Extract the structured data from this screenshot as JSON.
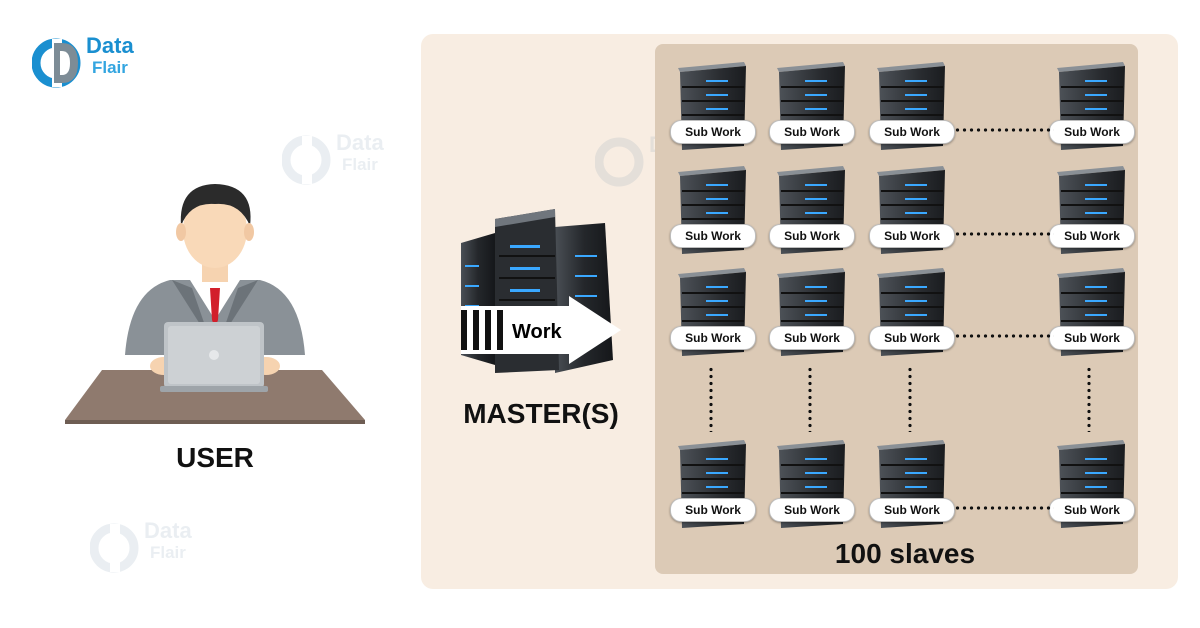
{
  "brand": {
    "line1": "Data",
    "line2": "Flair"
  },
  "user": {
    "label": "USER"
  },
  "master": {
    "label": "MASTER(S)",
    "work_label": "Work"
  },
  "slaves": {
    "label": "100 slaves",
    "server_label": "Sub Work",
    "rows": [
      [
        "Sub Work",
        "Sub Work",
        "Sub Work",
        "Sub Work"
      ],
      [
        "Sub Work",
        "Sub Work",
        "Sub Work",
        "Sub Work"
      ],
      [
        "Sub Work",
        "Sub Work",
        "Sub Work",
        "Sub Work"
      ],
      [
        "Sub Work",
        "Sub Work",
        "Sub Work",
        "Sub Work"
      ]
    ]
  },
  "colors": {
    "panel_background": "#f8ede2",
    "slaves_background": "#dccab6",
    "brand_blue": "#1a8fd0",
    "server_body": "#2f3338",
    "server_led": "#3aa8ff"
  },
  "icons": [
    "dataflair-logo-icon",
    "user-at-laptop-icon",
    "master-server-icon",
    "slave-server-icon",
    "work-arrow-icon"
  ]
}
